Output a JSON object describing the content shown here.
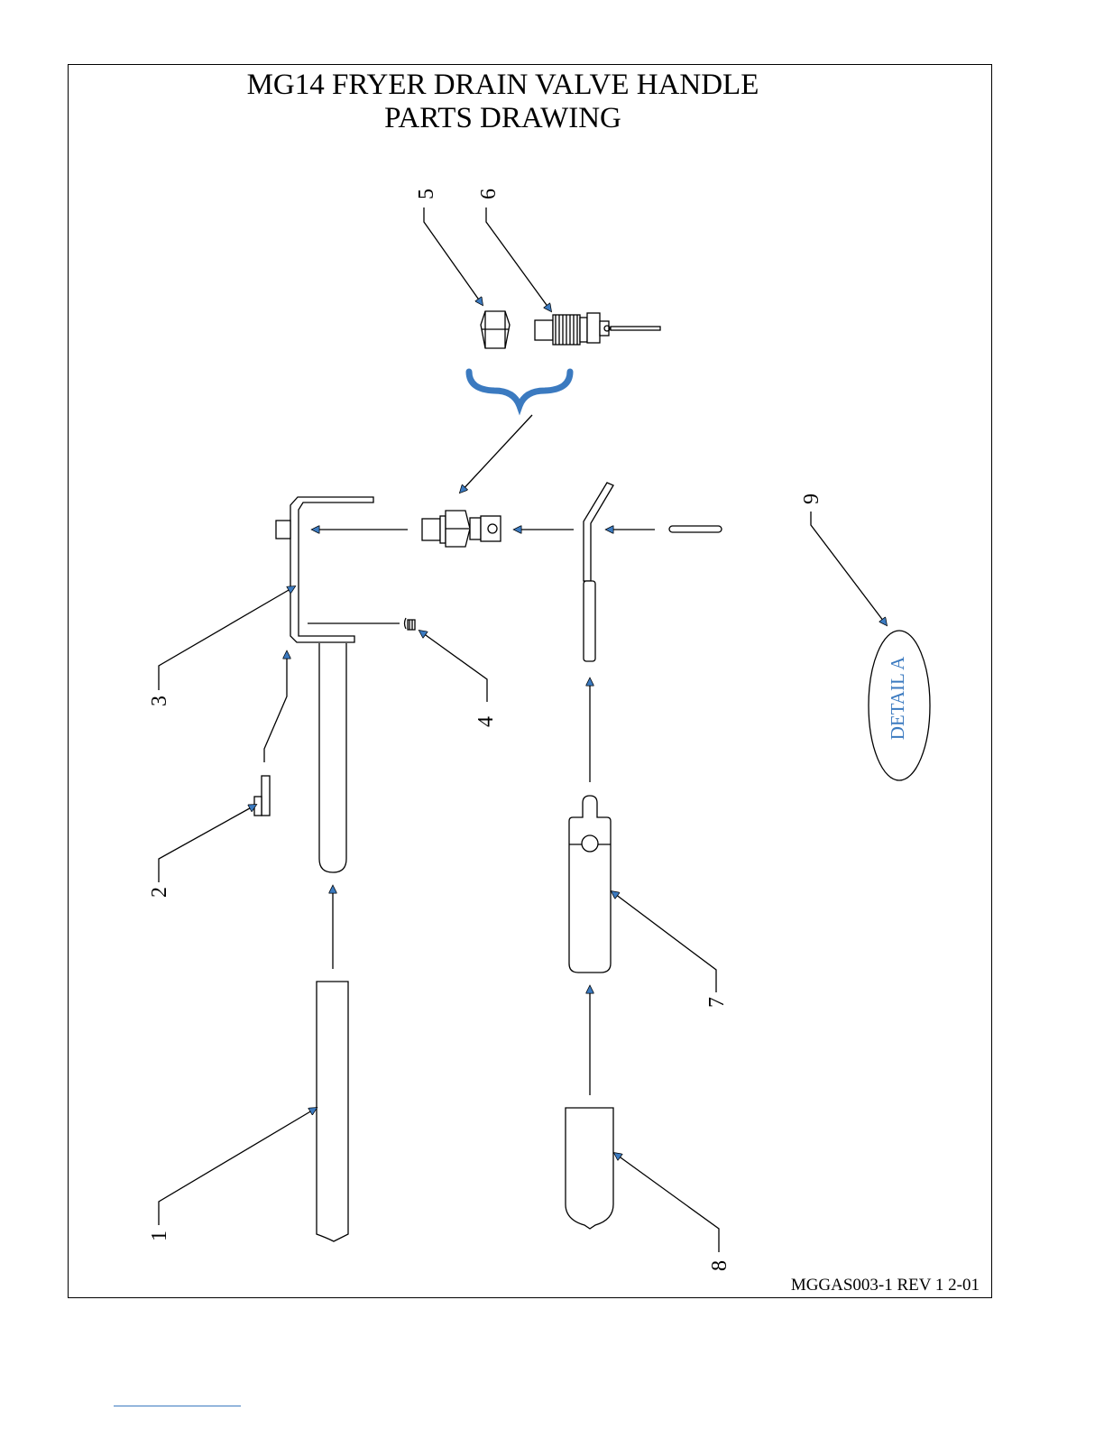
{
  "document": {
    "title_line_1": "MG14 FRYER DRAIN VALVE HANDLE",
    "title_line_2": "PARTS DRAWING",
    "drawing_reference": "MGGAS003-1 REV 1 2-01"
  },
  "callouts": [
    {
      "number": "1"
    },
    {
      "number": "2"
    },
    {
      "number": "3"
    },
    {
      "number": "4"
    },
    {
      "number": "5"
    },
    {
      "number": "6"
    },
    {
      "number": "7"
    },
    {
      "number": "8"
    },
    {
      "number": "9"
    }
  ],
  "detail": {
    "label": "DETAIL A"
  },
  "colors": {
    "accent": "#3b7ac0",
    "line": "#000000"
  }
}
